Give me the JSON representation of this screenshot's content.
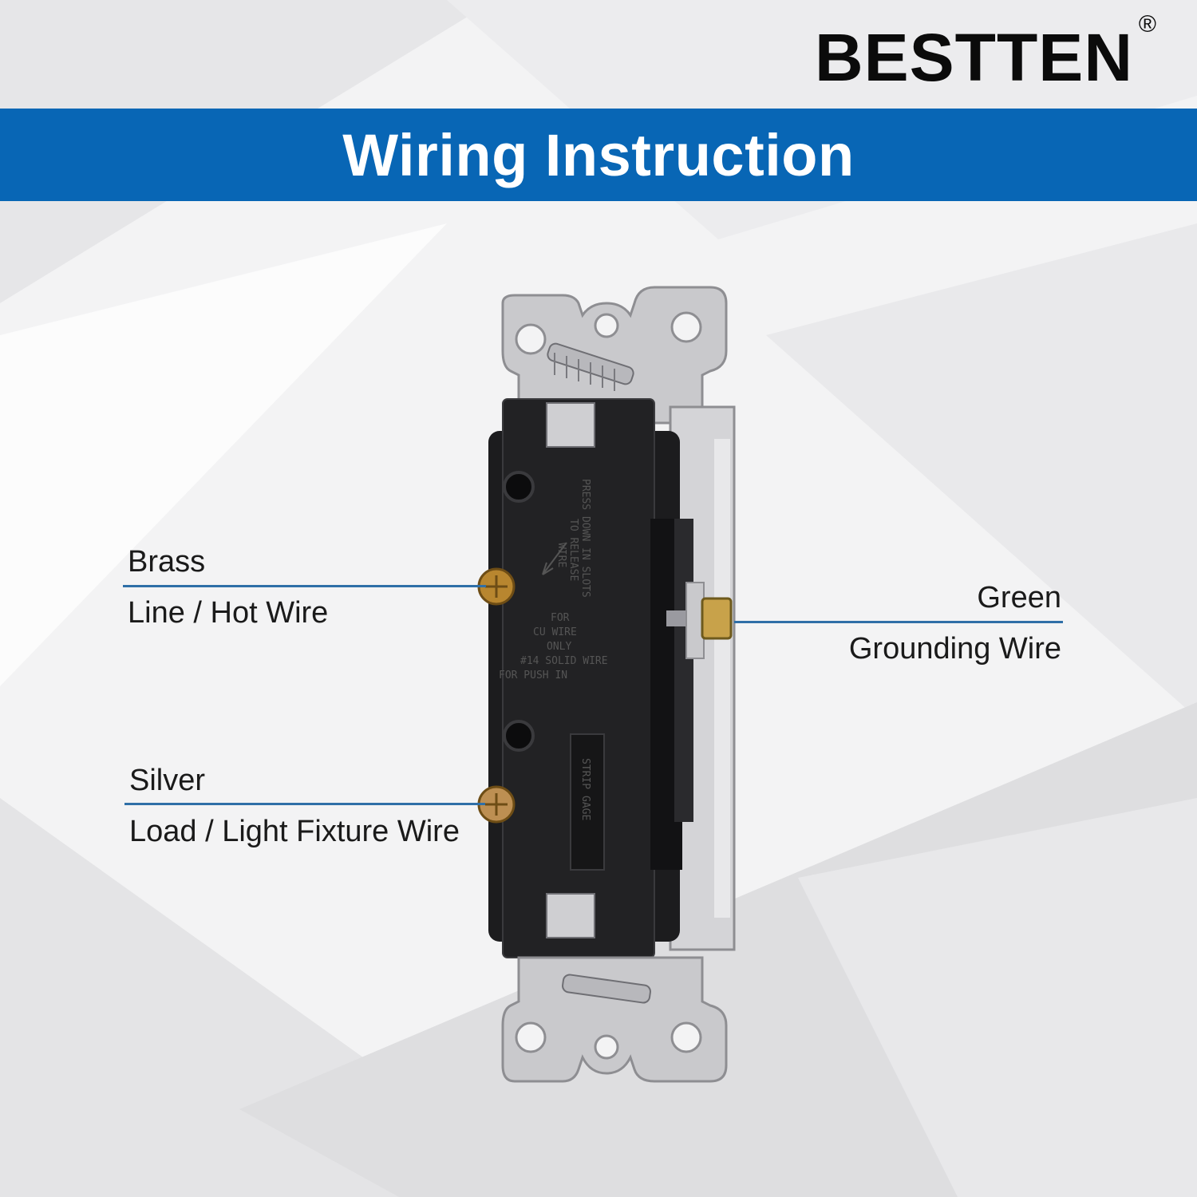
{
  "brand": {
    "name": "BESTTEN",
    "mark": "®"
  },
  "banner": {
    "title": "Wiring Instruction",
    "color": "#0866b5"
  },
  "terminals": {
    "brass": {
      "color_name": "Brass",
      "wire": "Line / Hot Wire"
    },
    "silver": {
      "color_name": "Silver",
      "wire": "Load / Light Fixture Wire"
    },
    "green": {
      "color_name": "Green",
      "wire": "Grounding Wire"
    }
  },
  "device_text": {
    "release_note": [
      "PRESS DOWN IN SLOTS",
      "TO RELEASE",
      "WIRE"
    ],
    "cu_note": [
      "FOR",
      "CU WIRE",
      "ONLY",
      "#14 SOLID WIRE",
      "FOR PUSH IN"
    ],
    "strip_gauge": "STRIP GAGE"
  },
  "colors": {
    "leader": "#2f6fa7",
    "switch_body": "#1c1c1e",
    "strap": "#c9c9cc"
  }
}
